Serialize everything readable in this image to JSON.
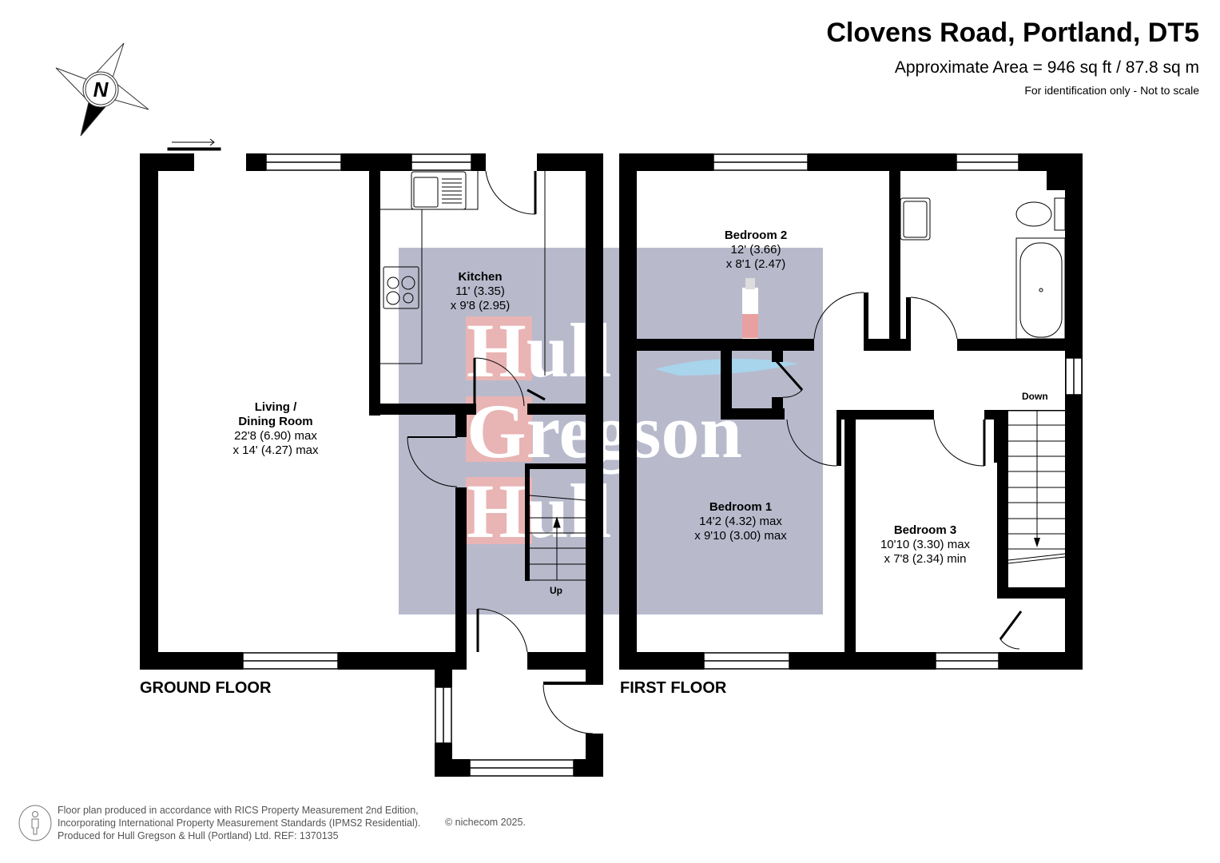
{
  "header": {
    "title": "Clovens Road, Portland, DT5",
    "area": "Approximate Area = 946 sq ft / 87.8 sq m",
    "note": "For identification only - Not to scale"
  },
  "compass": {
    "icon": "compass-north-icon",
    "label": "N"
  },
  "floors": [
    {
      "label": "GROUND FLOOR",
      "rooms": [
        {
          "name": "Living /",
          "name2": "Dining Room",
          "dim1": "22'8 (6.90) max",
          "dim2": "x 14' (4.27) max"
        },
        {
          "name": "Kitchen",
          "dim1": "11' (3.35)",
          "dim2": "x 9'8 (2.95)"
        }
      ],
      "stairs_label": "Up"
    },
    {
      "label": "FIRST FLOOR",
      "rooms": [
        {
          "name": "Bedroom 2",
          "dim1": "12' (3.66)",
          "dim2": "x 8'1 (2.47)"
        },
        {
          "name": "Bedroom 1",
          "dim1": "14'2 (4.32) max",
          "dim2": "x 9'10 (3.00) max"
        },
        {
          "name": "Bedroom 3",
          "dim1": "10'10 (3.30) max",
          "dim2": "x 7'8 (2.34) min"
        }
      ],
      "stairs_label": "Down"
    }
  ],
  "watermark": {
    "lines": [
      "Hull",
      "Gregson",
      "Hull"
    ],
    "bg_color": "#b8bacc",
    "accent_color": "#e9b4b4"
  },
  "footer": {
    "line1": "Floor plan produced in accordance with RICS Property Measurement 2nd Edition,",
    "line2": "Incorporating International Property Measurement Standards (IPMS2 Residential).",
    "line3": "Produced for Hull Gregson & Hull (Portland) Ltd.   REF: 1370135",
    "copyright": "© nichecom 2025."
  }
}
